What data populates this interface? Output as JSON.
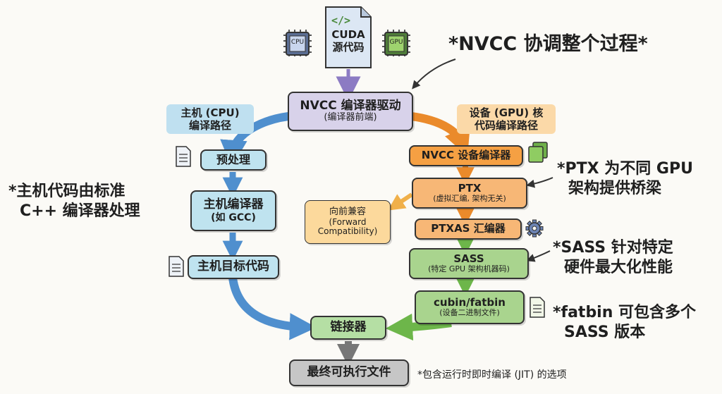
{
  "source": {
    "line1": "CUDA",
    "line2": "源代码"
  },
  "chips": {
    "cpu": "CPU",
    "gpu": "GPU"
  },
  "notes": {
    "nvcc": "*NVCC 协调整个过程*",
    "host_1": "*主机代码由标准",
    "host_2": "C++ 编译器处理",
    "ptx_1": "*PTX 为不同 GPU",
    "ptx_2": "架构提供桥梁",
    "sass_1": "*SASS 针对特定",
    "sass_2": "硬件最大化性能",
    "fatbin_1": "*fatbin 可包含多个",
    "fatbin_2": "SASS 版本",
    "final": "*包含运行时即时编译 (JIT) 的选项"
  },
  "paths": {
    "host_1": "主机 (CPU)",
    "host_2": "编译路径",
    "device_1": "设备 (GPU) 核",
    "device_2": "代码编译路径"
  },
  "boxes": {
    "nvcc_driver": {
      "title": "NVCC 编译器驱动",
      "sub": "(编译器前端)"
    },
    "preprocess": "预处理",
    "host_compiler": {
      "title": "主机编译器",
      "sub": "(如 GCC)"
    },
    "host_object": "主机目标代码",
    "device_compiler": "NVCC 设备编译器",
    "ptx": {
      "title": "PTX",
      "sub": "(虚拟汇编, 架构无关)"
    },
    "forward": {
      "l1": "向前兼容",
      "l2": "(Forward",
      "l3": "Compatibility)"
    },
    "ptxas": "PTXAS 汇编器",
    "sass": {
      "title": "SASS",
      "sub": "(特定 GPU 架构机器码)"
    },
    "cubin": {
      "title": "cubin/fatbin",
      "sub": "(设备二进制文件)"
    },
    "linker": "链接器",
    "final": "最终可执行文件"
  },
  "icons": {
    "source": "code-file-icon",
    "cpu": "cpu-chip-icon",
    "gpu": "gpu-chip-icon",
    "doc": "document-icon",
    "stack": "stacked-pages-icon",
    "gear": "gear-icon"
  },
  "colors": {
    "host_blue": "#8ec9e6",
    "host_box": "#bfe3ef",
    "driver_purple": "#d8d2ea",
    "device_orange": "#f5a043",
    "ptx_orange": "#f7b776",
    "forward_yellow": "#fcd99c",
    "device_green": "#a9d48e",
    "linker_green": "#b5dfa4",
    "final_gray": "#c6c6c6",
    "arrow_purple": "#8c7bc3"
  }
}
